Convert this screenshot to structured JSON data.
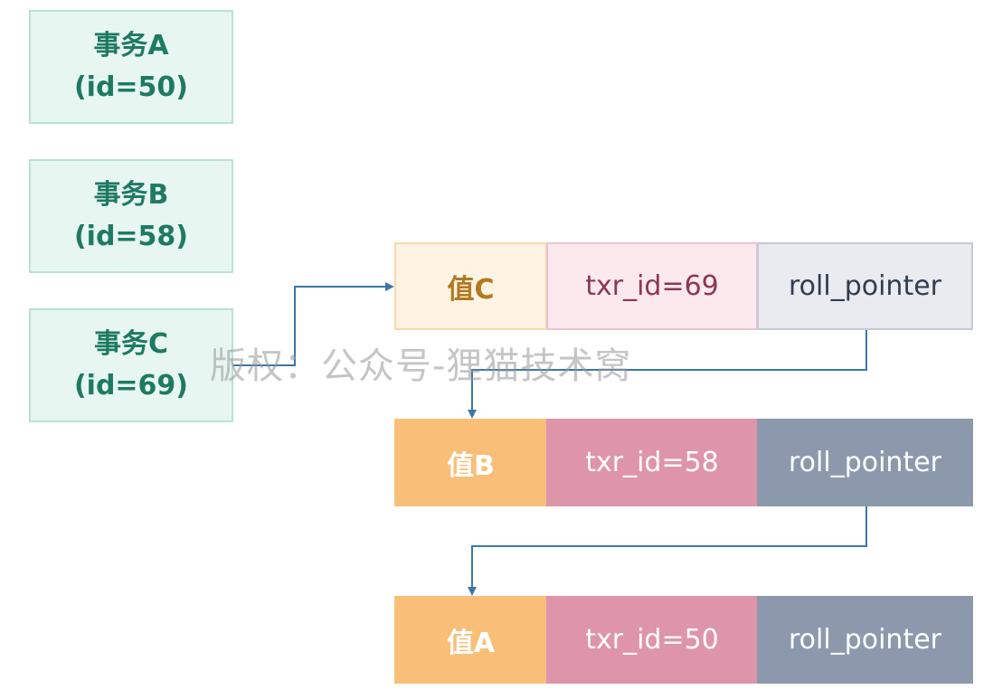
{
  "transactions": [
    {
      "name": "事务A",
      "id_label": "(id=50)"
    },
    {
      "name": "事务B",
      "id_label": "(id=58)"
    },
    {
      "name": "事务C",
      "id_label": "(id=69)"
    }
  ],
  "versions": [
    {
      "value": "值C",
      "txr_id": "txr_id=69",
      "pointer": "roll_pointer"
    },
    {
      "value": "值B",
      "txr_id": "txr_id=58",
      "pointer": "roll_pointer"
    },
    {
      "value": "值A",
      "txr_id": "txr_id=50",
      "pointer": "roll_pointer"
    }
  ],
  "watermark": "版权：公众号-狸猫技术窝",
  "colors": {
    "transaction_fill": "#e8f6f1",
    "transaction_text": "#1e7a63",
    "value_solid": "#f9bf78",
    "txr_solid": "#df95a9",
    "pointer_solid": "#8c99ad",
    "arrow": "#3c78a6"
  }
}
